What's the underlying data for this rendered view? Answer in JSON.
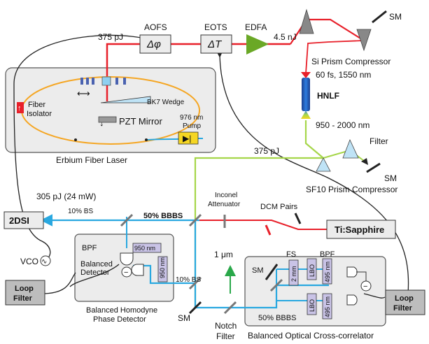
{
  "labels": {
    "aofs": "AOFS",
    "eots": "EOTS",
    "edfa": "EDFA",
    "sm_top": "SM",
    "phase_symbol": "Δφ",
    "delay_symbol": "ΔT",
    "pulse_375_top": "375 pJ",
    "pulse_4_5": "4.5 nJ",
    "si_prism": "Si Prism Compressor",
    "fs_60": "60 fs, 1550 nm",
    "hnlf": "HNLF",
    "range_950": "950 - 2000 nm",
    "bk7": "BK7 Wedge",
    "fiber_isolator_1": "Fiber",
    "fiber_isolator_2": "Isolator",
    "pzt": "PZT Mirror",
    "pump_1": "976 nm",
    "pump_2": "Pump",
    "erbium_laser": "Erbium Fiber Laser",
    "pulse_375_mid": "375 pJ",
    "filter_top": "Filter",
    "sm_mid": "SM",
    "sf10": "SF10 Prism Compressor",
    "pulse_305": "305 pJ (24 mW)",
    "dsi": "2DSI",
    "bs10_top": "10% BS",
    "bbbs50_top": "50% BBBS",
    "inconel_1": "Inconel",
    "inconel_2": "Attenuator",
    "dcm": "DCM Pairs",
    "tisapph": "Ti:Sapphire",
    "vco": "VCO",
    "bpf_left": "BPF",
    "bpf_950": "950 nm",
    "balanced_1": "Balanced",
    "balanced_2": "Detector",
    "filter_950": "950 nm",
    "bs10_bottom": "10% BS",
    "loop_left_1": "Loop",
    "loop_left_2": "Filter",
    "bhpd_1": "Balanced Homodyne",
    "bhpd_2": "Phase Detector",
    "sm_bottom": "SM",
    "one_um": "1 μm",
    "notch_1": "Notch",
    "notch_2": "Filter",
    "fs_right": "FS",
    "bpf_right": "BPF",
    "mm2": "2 mm",
    "lbo_top": "LBO",
    "lbo_bottom": "LBO",
    "nm495_top": "495 nm",
    "nm495_bottom": "495 nm",
    "sm_right": "SM",
    "bbbs50_bottom": "50% BBBS",
    "boc": "Balanced Optical Cross-correlator",
    "loop_right_1": "Loop",
    "loop_right_2": "Filter"
  },
  "colors": {
    "red_beam": "#e8202a",
    "green_beam": "#a6d64a",
    "blue_beam": "#29a8e0",
    "fiber_ring": "#f5a623",
    "edfa_green": "#6aa826",
    "panel_fill": "#ececec",
    "loop_fill": "#bdbdbd"
  }
}
